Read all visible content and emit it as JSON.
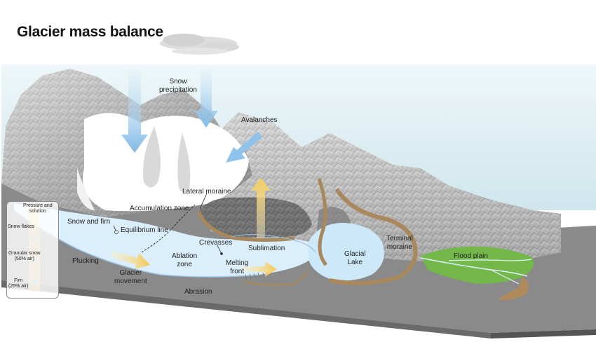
{
  "title": "Glacier mass balance",
  "labels": {
    "snow_precipitation": [
      "Snow",
      "precipitation"
    ],
    "avalanches": "Avalanches",
    "lateral_moraine": "Lateral moraine",
    "accumulation_zone": "Accumulation zone",
    "snow_and_firn": "Snow and firn",
    "equilibrium_line": "Equilibrium line",
    "crevasses": "Crevasses",
    "sublimation": "Sublimation",
    "ablation_zone": [
      "Ablation",
      "zone"
    ],
    "melting_front": [
      "Melting",
      "front"
    ],
    "plucking": "Plucking",
    "glacier_movement": [
      "Glacier",
      "movement"
    ],
    "abrasion": "Abrasion",
    "glacial_lake": [
      "Glacial",
      "Lake"
    ],
    "terminal_moraine": [
      "Terminal",
      "moraine"
    ],
    "flood_plain": "Flood plain"
  },
  "legend": {
    "pressure_and_solution": [
      "Pressure and",
      "solution"
    ],
    "snow_flakes": "Snow flakes",
    "granular_snow": [
      "Granular snow",
      "(50% air)"
    ],
    "firn": [
      "Firn",
      "(25% air)"
    ]
  },
  "colors": {
    "sky": "#d9ecf0",
    "ice": "#dcefff",
    "bedrock": "#8c8c8c",
    "moraine": "#a8885c",
    "flood_plain": "#74b84a",
    "arrow_blue": "#8fc3ec",
    "arrow_yellow": "#f2cf6b"
  }
}
